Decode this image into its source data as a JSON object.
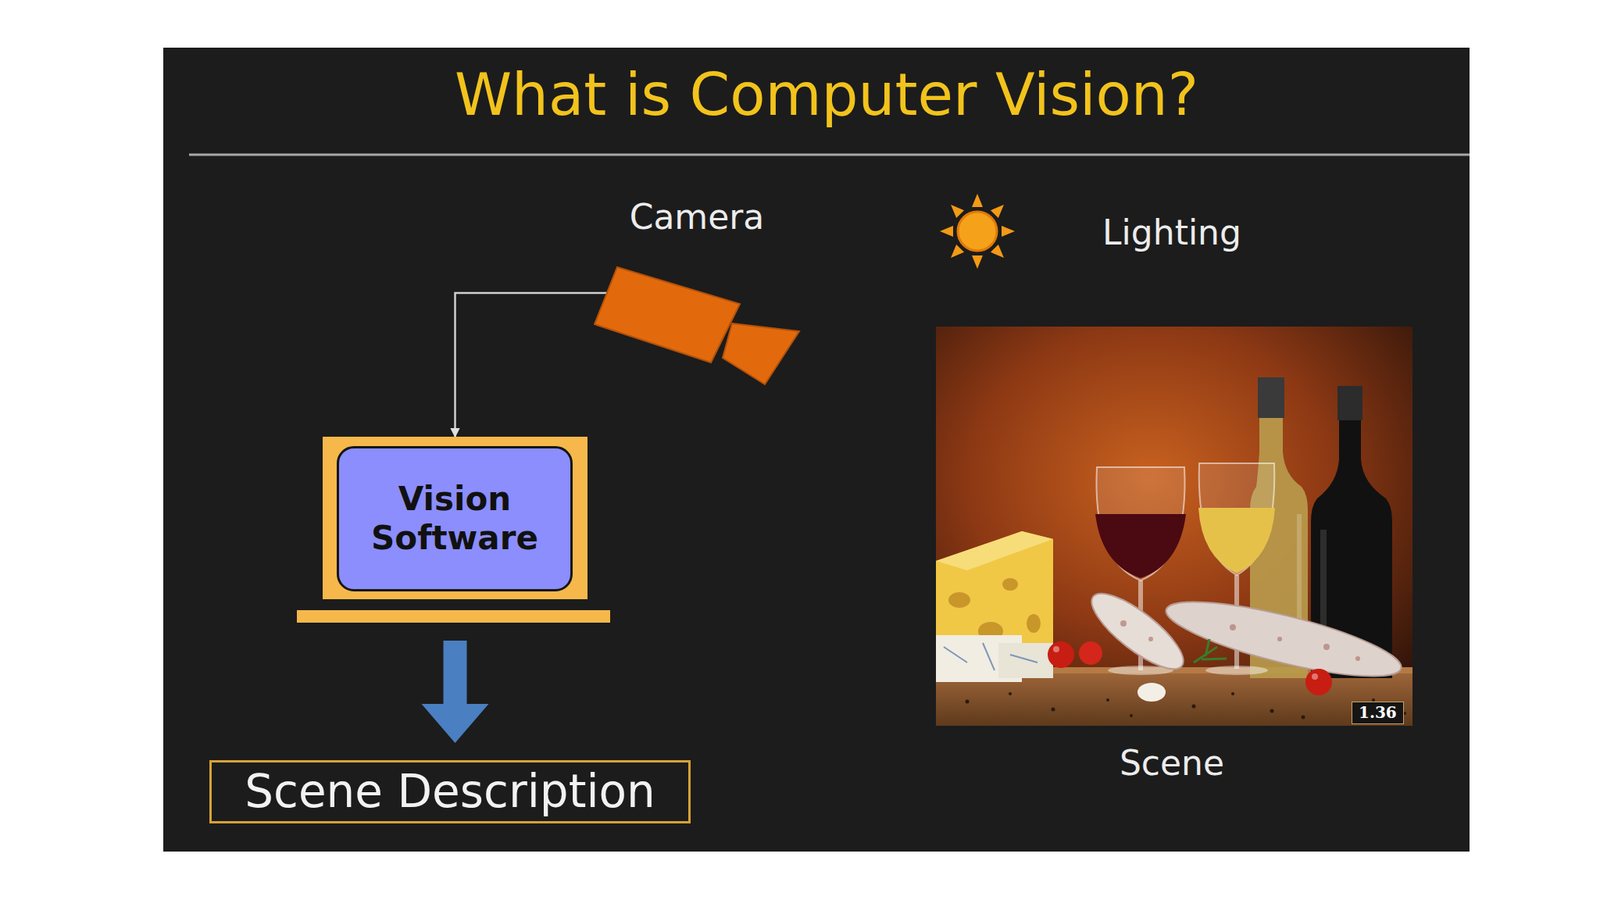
{
  "diagram": {
    "title": "What is Computer Vision?",
    "nodes": [
      {
        "text": [
          "Camera"
        ]
      },
      {
        "text": [
          "Vision Software"
        ]
      },
      {
        "text": [
          "Scene Description"
        ]
      }
    ],
    "edges": [
      {
        "from": 0,
        "to": 1,
        "arrow": "to"
      },
      {
        "from": 1,
        "to": 2,
        "arrow": "to"
      }
    ],
    "labels": [
      "Lighting",
      "1.36",
      "Scene"
    ]
  }
}
